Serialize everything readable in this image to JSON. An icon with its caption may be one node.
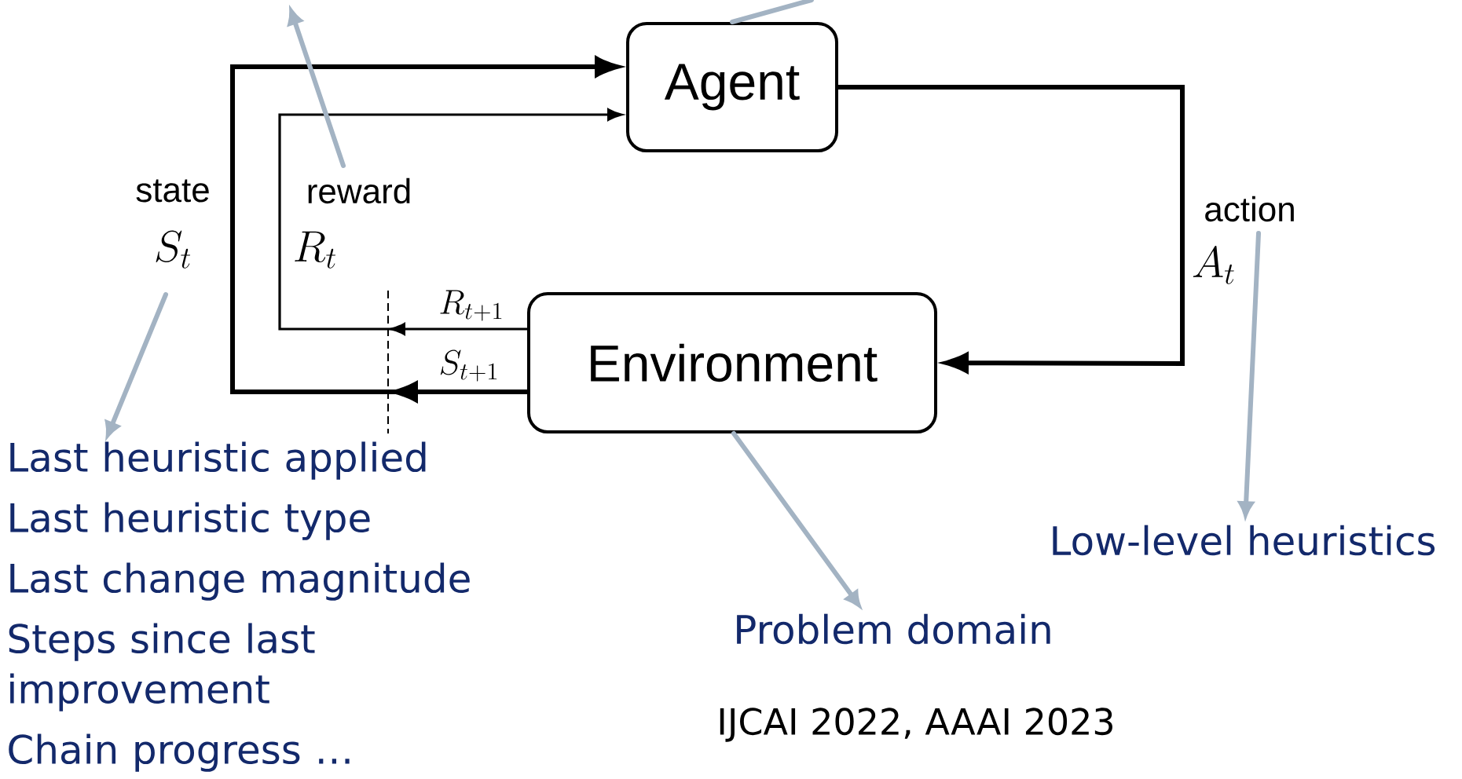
{
  "diagram": {
    "nodes": [
      {
        "text": [
          "Agent"
        ]
      },
      {
        "text": [
          "Environment"
        ]
      },
      {
        "text": [
          "Last heuristic applied",
          "Last heuristic type",
          "Last change magnitude",
          "Steps since last improvement",
          "Chain progress …"
        ]
      },
      {
        "text": [
          "Problem domain"
        ]
      },
      {
        "text": [
          "Low-level heuristics"
        ]
      }
    ],
    "edges": [
      {
        "from": 0,
        "to": 1,
        "arrow": "to",
        "label": "action",
        "color": "#000000"
      },
      {
        "from": 1,
        "to": 0,
        "arrow": "to",
        "label": "state",
        "color": "#000000"
      },
      {
        "from": 1,
        "to": 0,
        "arrow": "to",
        "label": "reward",
        "color": "#000000"
      },
      {
        "from": null,
        "to": 2,
        "arrow": "to",
        "color": "#a3b3c3"
      },
      {
        "from": 0,
        "to": null,
        "arrow": "none",
        "color": "#a3b3c3"
      },
      {
        "from": null,
        "to": 4,
        "arrow": "to",
        "color": "#a3b3c3"
      },
      {
        "from": 1,
        "to": 3,
        "arrow": "to",
        "color": "#a3b3c3"
      }
    ],
    "labels": [
      "S_t",
      "R_t",
      "A_t",
      "R_{t+1}",
      "S_{t+1}",
      "IJCAI 2022, AAAI 2023"
    ]
  }
}
